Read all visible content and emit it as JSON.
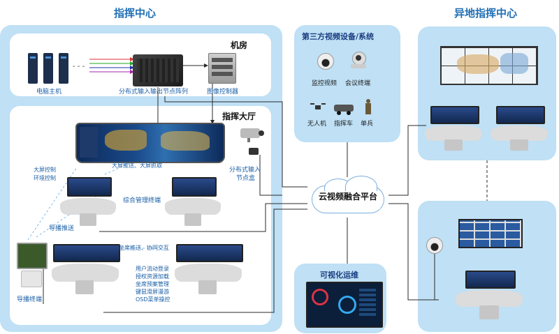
{
  "titles": {
    "command_center": "指挥中心",
    "remote_center": "异地指挥中心"
  },
  "machine_room": {
    "title": "机房",
    "pc_host": "电脑主机",
    "matrix": "分布式输入输出节点阵列",
    "image_controller": "图像控制器"
  },
  "hall": {
    "title": "指挥大厅",
    "left_label_1": "大屏控制",
    "left_label_2": "环境控制",
    "screen_push": "大屏推送、大屏抓取",
    "integrated_terminal": "综合管理终端",
    "guide_push": "导播推送",
    "guide_terminal": "导播终端",
    "seat_push": "坐席推送、协同交互",
    "input_node_1": "分布式输入",
    "input_node_2": "节点盒",
    "features": [
      "用户流动登录",
      "授权资源加载",
      "坐席预案管理",
      "键鼠滑屏漫游",
      "OSD菜单操控"
    ]
  },
  "third_party": {
    "title": "第三方视频设备/系统",
    "items": [
      "监控视频",
      "会议终端",
      "无人机",
      "指挥车",
      "单兵"
    ]
  },
  "platform": "云视频融合平台",
  "ops": "可视化运维",
  "colors": {
    "panel_bg": "#bfe0f5",
    "title_blue": "#1f6fb5",
    "line": "#2a2a2a",
    "dashed": "#7fb9e6"
  }
}
